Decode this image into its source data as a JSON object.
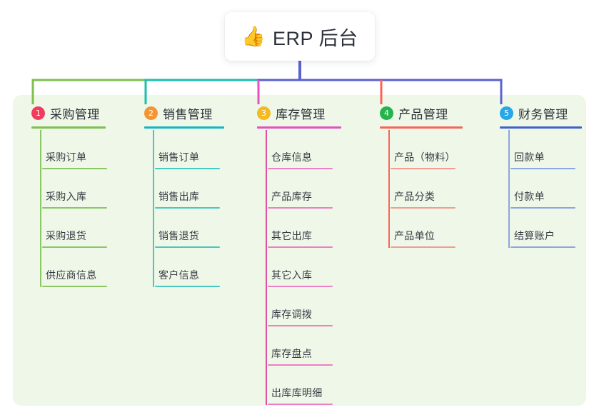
{
  "diagram": {
    "type": "org-chart",
    "background_color": "#eef7e8",
    "canvas_color": "#ffffff",
    "root": {
      "emoji": "👍",
      "emoji_name": "thumbs-up-icon",
      "label": "ERP 后台",
      "card_color": "#ffffff",
      "stem_color": "#5b61cf"
    },
    "trunk": {
      "segments": [
        {
          "color": "#7ebf4e",
          "from": "col-1",
          "to": "col-2"
        },
        {
          "color": "#18bfb0",
          "from": "col-2",
          "to": "col-3"
        },
        {
          "color": "#5b61cf",
          "from": "col-3",
          "to": "col-5"
        }
      ]
    },
    "columns": [
      {
        "index": "1",
        "title": "采购管理",
        "badge_color": "#f23c5d",
        "rule_color": "#7ebf4e",
        "drop_color": "#7ebf4e",
        "leaf_color": "#8cc765",
        "spine_color": "#8cc765",
        "rule_width": 104,
        "items": [
          {
            "label": "采购订单"
          },
          {
            "label": "采购入库"
          },
          {
            "label": "采购退货"
          },
          {
            "label": "供应商信息"
          }
        ]
      },
      {
        "index": "2",
        "title": "销售管理",
        "badge_color": "#f59433",
        "rule_color": "#12b6c4",
        "drop_color": "#18bfb0",
        "leaf_color": "#46c9c0",
        "spine_color": "#46c9c0",
        "rule_width": 112,
        "items": [
          {
            "label": "销售订单"
          },
          {
            "label": "销售出库"
          },
          {
            "label": "销售退货"
          },
          {
            "label": "客户信息"
          }
        ]
      },
      {
        "index": "3",
        "title": "库存管理",
        "badge_color": "#f5b921",
        "rule_color": "#e651c0",
        "drop_color": "#e651c0",
        "leaf_color": "#ee7fc4",
        "spine_color": "#e0519f",
        "rule_width": 118,
        "items": [
          {
            "label": "仓库信息"
          },
          {
            "label": "产品库存"
          },
          {
            "label": "其它出库"
          },
          {
            "label": "其它入库"
          },
          {
            "label": "库存调拨"
          },
          {
            "label": "库存盘点"
          },
          {
            "label": "出库库明细"
          }
        ]
      },
      {
        "index": "4",
        "title": "产品管理",
        "badge_color": "#25b44c",
        "rule_color": "#f96458",
        "drop_color": "#f96458",
        "leaf_color": "#f79a92",
        "spine_color": "#f96458",
        "rule_width": 116,
        "items": [
          {
            "label": "产品（物料）"
          },
          {
            "label": "产品分类"
          },
          {
            "label": "产品单位"
          }
        ]
      },
      {
        "index": "5",
        "title": "财务管理",
        "badge_color": "#25a7e8",
        "rule_color": "#3f62c9",
        "drop_color": "#5b61cf",
        "leaf_color": "#8ba6e0",
        "spine_color": "#8ba6e0",
        "rule_width": 115,
        "items": [
          {
            "label": "回款单"
          },
          {
            "label": "付款单"
          },
          {
            "label": "结算账户"
          }
        ]
      }
    ]
  }
}
